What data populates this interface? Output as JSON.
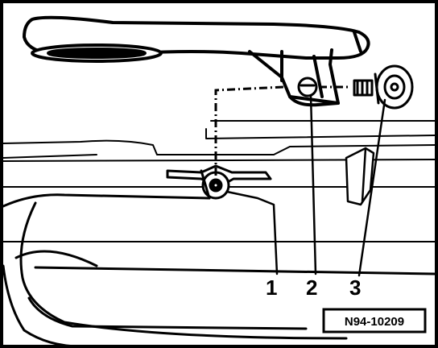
{
  "callouts": [
    {
      "id": "1",
      "label": "1"
    },
    {
      "id": "2",
      "label": "2"
    },
    {
      "id": "3",
      "label": "3"
    }
  ],
  "reference_number": "N94-10209"
}
